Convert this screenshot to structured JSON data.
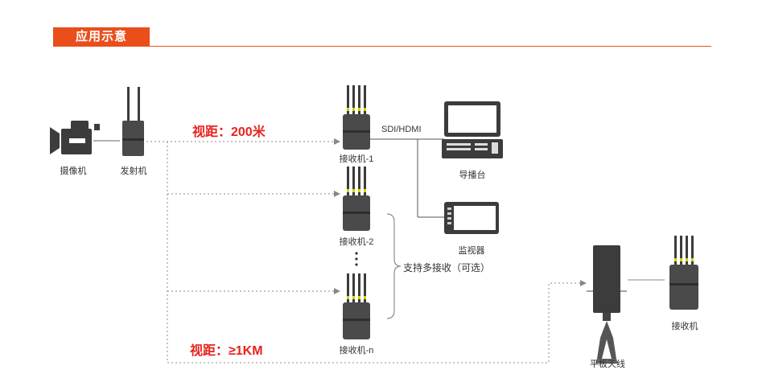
{
  "header": {
    "title": "应用示意"
  },
  "devices": {
    "camera": "摄像机",
    "transmitter": "发射机",
    "receiver_1": "接收机-1",
    "receiver_2": "接收机-2",
    "receiver_n": "接收机-n",
    "switcher": "导播台",
    "monitor": "监视器",
    "panel_antenna": "平板天线",
    "receiver_far": "接收机"
  },
  "links": {
    "sdi_hdmi": "SDI/HDMI",
    "range_short": "视距：200米",
    "range_long": "视距：≥1KM",
    "multi_receive": "支持多接收（可选）"
  },
  "colors": {
    "accent": "#e94e1b",
    "range_text": "#e8231e",
    "device_body": "#4a4a4a",
    "antenna_band": "#d4d100",
    "line": "#777777"
  }
}
